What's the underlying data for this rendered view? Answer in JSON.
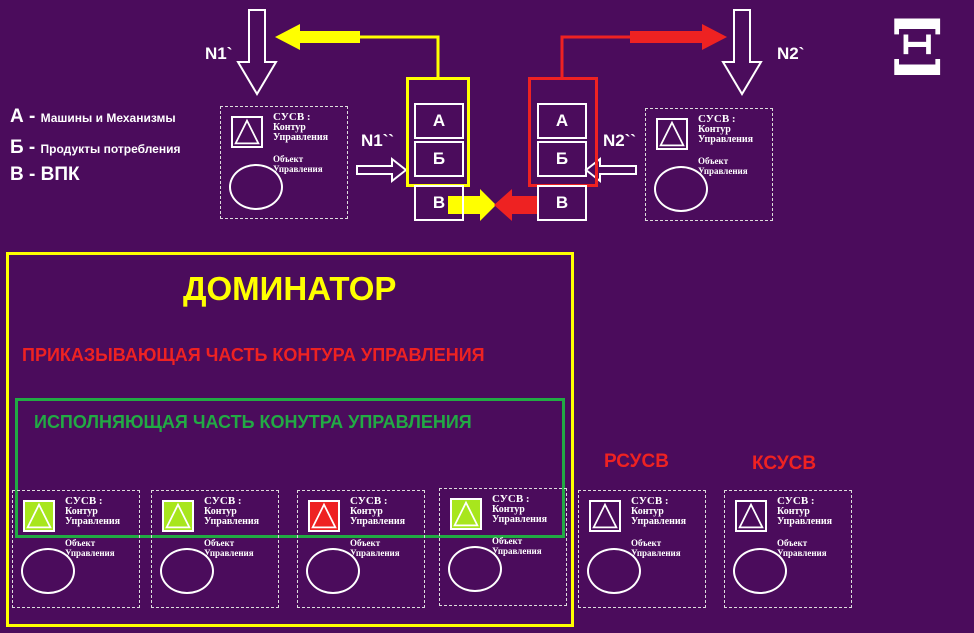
{
  "legend": {
    "a_letter": "А -",
    "a_text": "Машины и Механизмы",
    "b_letter": "Б -",
    "b_text": "Продукты потребления",
    "v_text": "В - ВПК"
  },
  "top": {
    "n1_prime": "N1`",
    "n2_prime": "N2`",
    "n1_double": "N1``",
    "n2_double": "N2``",
    "xi_symbol": "Ξ"
  },
  "stacks": {
    "left": [
      "А",
      "Б",
      "В"
    ],
    "right": [
      "А",
      "Б",
      "В"
    ]
  },
  "node_text": {
    "sucv": "СУСВ :",
    "contour": "Контур",
    "control": "Управления",
    "object": "Объект",
    "object_ctrl": "Управления"
  },
  "dominator": {
    "title": "ДОМИНАТОР",
    "command_part": "ПРИКАЗЫВАЮЩАЯ ЧАСТЬ КОНТУРА УПРАВЛЕНИЯ",
    "exec_part": "ИСПОЛНЯЮЩАЯ ЧАСТЬ КОНУТРА УПРАВЛЕНИЯ"
  },
  "labels": {
    "rsucv": "РСУСВ",
    "ksucv": "КСУСВ"
  },
  "colors": {
    "background": "#4b0c5c",
    "yellow": "#ffff00",
    "red": "#ee2222",
    "green": "#22aa44",
    "lime": "#a8e61d"
  }
}
